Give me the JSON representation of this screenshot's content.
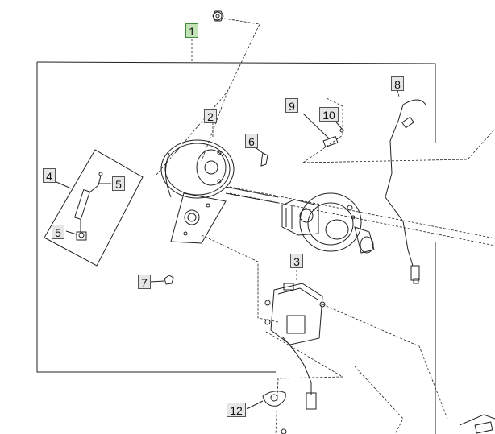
{
  "diagram": {
    "selected_callout": "1",
    "colors": {
      "selected_fill": "#c3e3b7",
      "selected_border": "#3f8a3f",
      "callout_fill": "#e6e6e6",
      "line": "#222222"
    },
    "callouts": {
      "c1": "1",
      "c2": "2",
      "c3": "3",
      "c4": "4",
      "c5a": "5",
      "c5b": "5",
      "c6": "6",
      "c7": "7",
      "c8": "8",
      "c9": "9",
      "c10": "10",
      "c12": "12"
    }
  }
}
